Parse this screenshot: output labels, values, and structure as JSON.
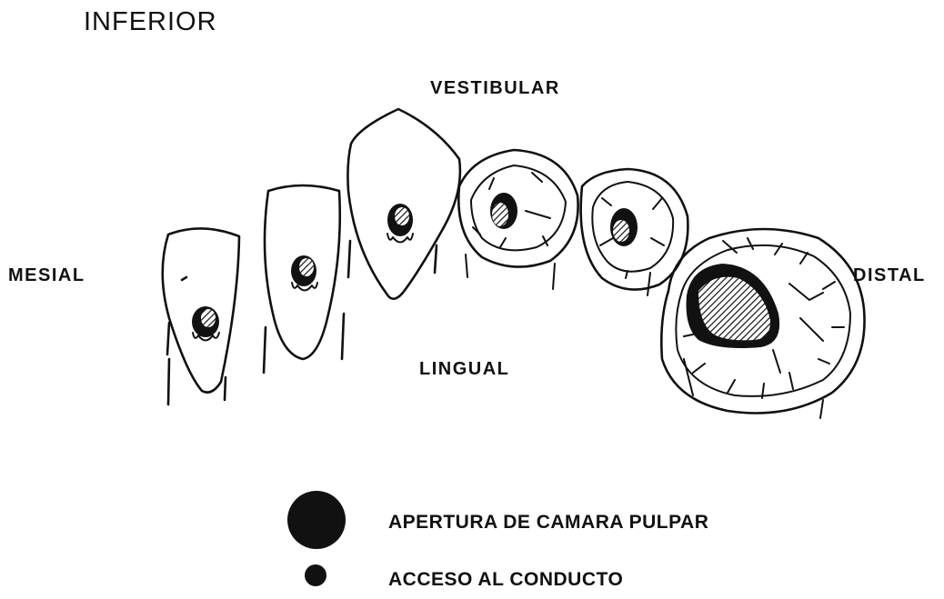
{
  "title": "INFERIOR",
  "directions": {
    "vestibular": "VESTIBULAR",
    "mesial": "MESIAL",
    "distal": "DISTAL",
    "lingual": "LINGUAL"
  },
  "legend": [
    {
      "label": "APERTURA DE CAMARA PULPAR"
    },
    {
      "label": "ACCESO AL CONDUCTO"
    }
  ],
  "colors": {
    "ink": "#111111",
    "background": "#ffffff"
  }
}
